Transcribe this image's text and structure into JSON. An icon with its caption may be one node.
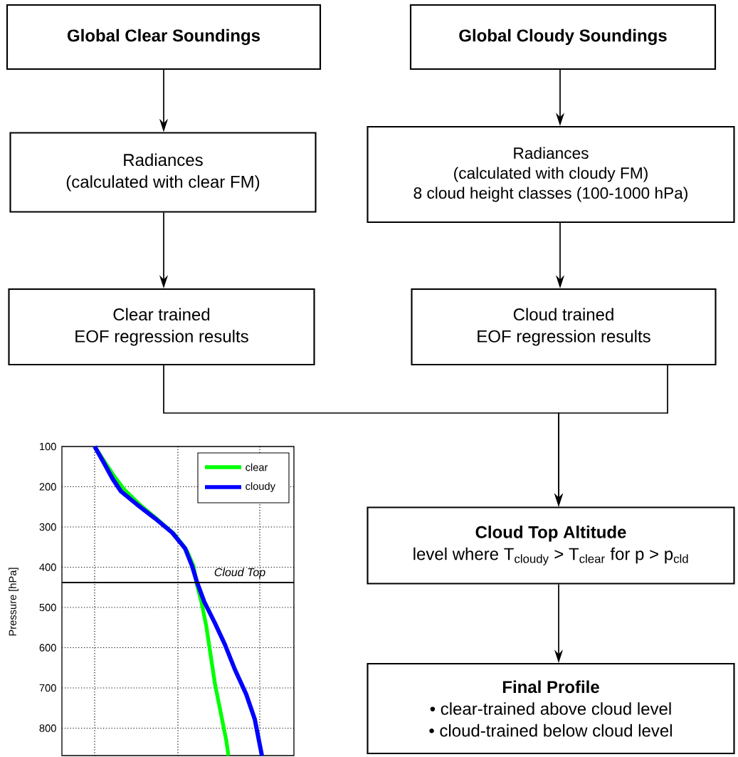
{
  "diagram": {
    "nodes": [
      {
        "text": [
          "Global Clear Soundings"
        ]
      },
      {
        "text": [
          "Global Cloudy Soundings"
        ]
      },
      {
        "text": [
          "Radiances",
          "(calculated with clear FM)"
        ]
      },
      {
        "text": [
          "Radiances",
          "(calculated with cloudy FM)",
          "8 cloud height classes (100-1000 hPa)"
        ]
      },
      {
        "text": [
          "Clear trained",
          "EOF regression results"
        ]
      },
      {
        "text": [
          "Cloud trained",
          "EOF regression results"
        ]
      },
      {
        "text": [
          "Cloud Top Altitude",
          "level where T$_{cloudy}$ > T$_{clear}$ for p > p$_{cld}$"
        ]
      },
      {
        "text": [
          "Final Profile",
          "• clear-trained above cloud level",
          "• cloud-trained below cloud level"
        ]
      }
    ],
    "edges": [
      {
        "from": 0,
        "to": 2,
        "arrow": "to"
      },
      {
        "from": 1,
        "to": 3,
        "arrow": "to"
      },
      {
        "from": 2,
        "to": 4,
        "arrow": "to"
      },
      {
        "from": 3,
        "to": 5,
        "arrow": "to"
      },
      {
        "from": 4,
        "to": 6,
        "arrow": "to"
      },
      {
        "from": 5,
        "to": 6,
        "arrow": "to"
      },
      {
        "from": 6,
        "to": 7,
        "arrow": "to"
      }
    ],
    "labels": [
      "100",
      "200",
      "300",
      "400",
      "500",
      "600",
      "700",
      "800",
      "Pressure [hPa]",
      "Cloud Top"
    ],
    "legend": [
      {
        "text": "clear"
      },
      {
        "text": "cloudy"
      }
    ]
  }
}
